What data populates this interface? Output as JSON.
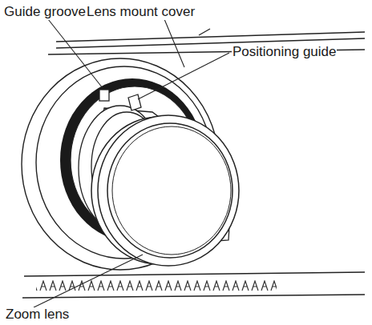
{
  "diagram": {
    "labels": [
      "Guide groove",
      "Lens mount cover",
      "Positioning guide",
      "Zoom lens"
    ]
  }
}
